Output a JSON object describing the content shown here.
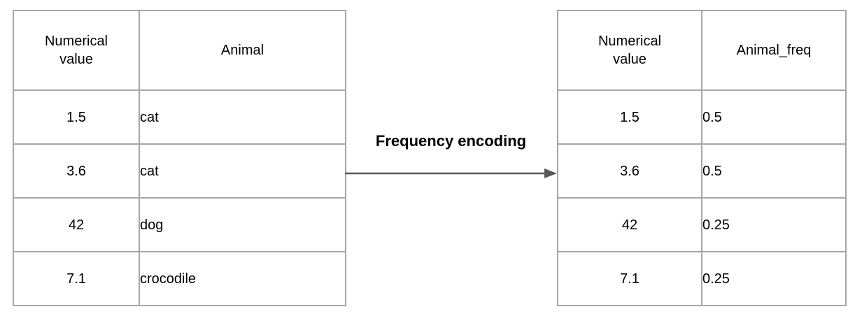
{
  "diagram": {
    "arrow_label": "Frequency encoding",
    "arrow_color": "#595959",
    "border_color": "#a6a6a6",
    "text_color": "#000000",
    "background_color": "#ffffff"
  },
  "left_table": {
    "headers": [
      "Numerical value",
      "Animal"
    ],
    "rows": [
      [
        "1.5",
        "cat"
      ],
      [
        "3.6",
        "cat"
      ],
      [
        "42",
        "dog"
      ],
      [
        "7.1",
        "crocodile"
      ]
    ]
  },
  "right_table": {
    "headers": [
      "Numerical value",
      "Animal_freq"
    ],
    "rows": [
      [
        "1.5",
        "0.5"
      ],
      [
        "3.6",
        "0.5"
      ],
      [
        "42",
        "0.25"
      ],
      [
        "7.1",
        "0.25"
      ]
    ]
  }
}
